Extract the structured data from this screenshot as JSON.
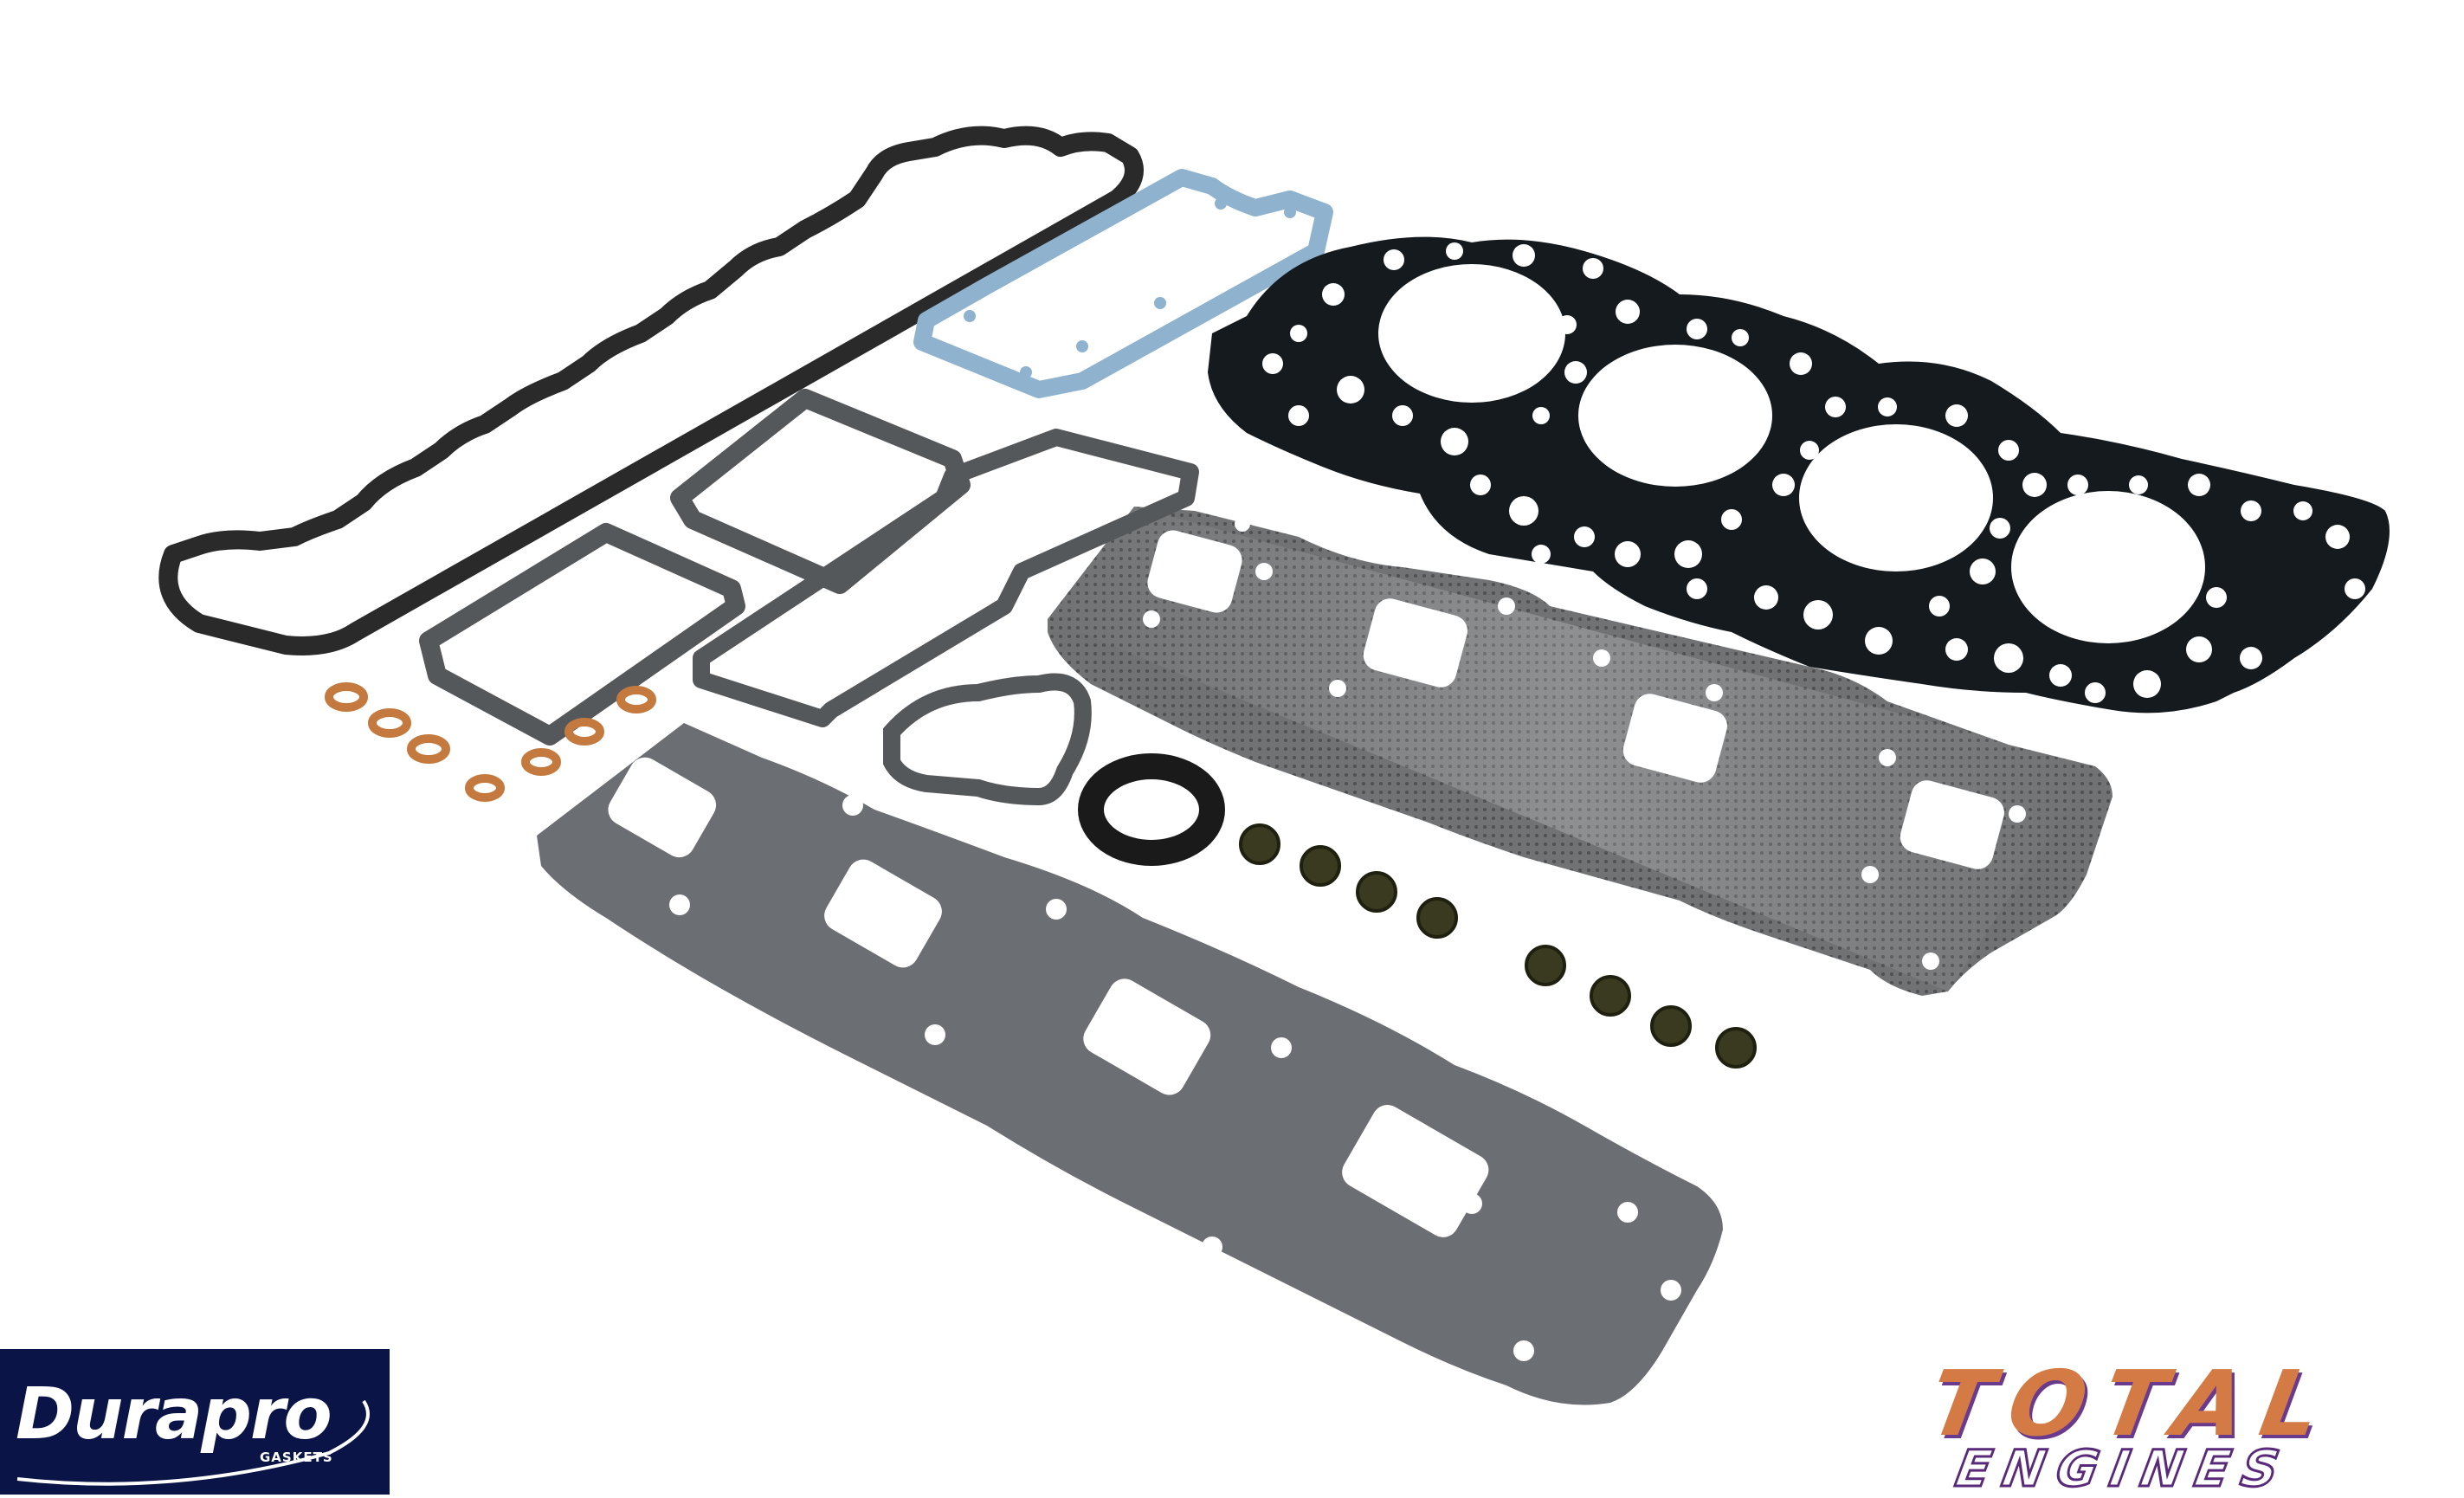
{
  "image": {
    "subject": "engine head gasket kit",
    "background_color": "#ffffff"
  },
  "parts": [
    {
      "name": "rocker-cover-gasket",
      "color": "#2a2a2a"
    },
    {
      "name": "blue-cover-gasket",
      "color": "#8fb2cf"
    },
    {
      "name": "cylinder-head-gasket",
      "color": "#151a1e"
    },
    {
      "name": "exhaust-manifold-gasket",
      "color": "#6e7072"
    },
    {
      "name": "intake-manifold-gasket",
      "color": "#6b6e72"
    },
    {
      "name": "small-rect-gasket",
      "color": "#55585b"
    },
    {
      "name": "water-outlet-gasket",
      "color": "#55585b"
    },
    {
      "name": "oil-seal",
      "color": "#1a1a1a"
    },
    {
      "name": "valve-stem-seal",
      "color": "#3a3a20"
    },
    {
      "name": "copper-washer",
      "color": "#c47a3e"
    }
  ],
  "logos": {
    "left": {
      "text": "Durapro",
      "subtext": "GASKETS",
      "background": "#0a1446"
    },
    "right": {
      "line1": "TOTAL",
      "line2": "ENGINES",
      "color": "#d47a44",
      "accent": "#6a3a8c"
    }
  }
}
